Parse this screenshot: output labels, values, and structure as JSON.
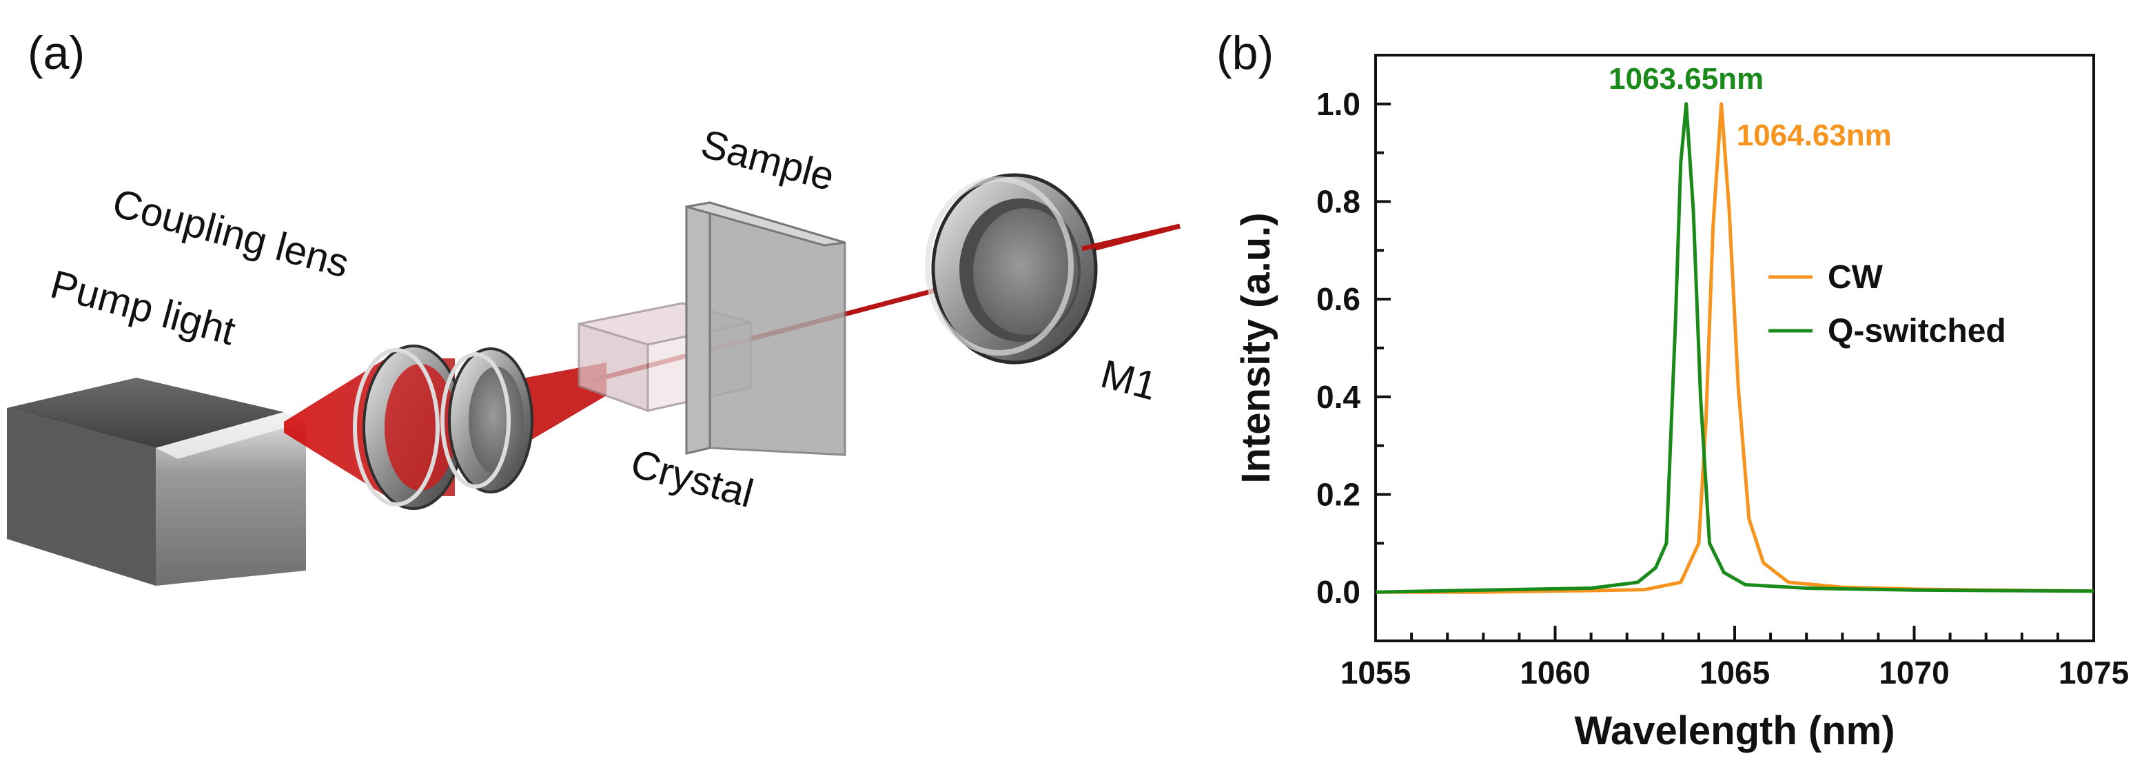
{
  "panel_a": {
    "label": "(a)",
    "labels": {
      "pump_light": "Pump light",
      "coupling_lens": "Coupling lens",
      "crystal": "Crystal",
      "sample": "Sample",
      "mirror": "M1"
    }
  },
  "panel_b": {
    "label": "(b)"
  },
  "chart_data": {
    "type": "line",
    "title": "",
    "xlabel": "Wavelength (nm)",
    "ylabel": "Intensity (a.u.)",
    "xlim": [
      1055,
      1075
    ],
    "ylim": [
      -0.1,
      1.1
    ],
    "xticks": [
      1055,
      1060,
      1065,
      1070,
      1075
    ],
    "yticks": [
      0.0,
      0.2,
      0.4,
      0.6,
      0.8,
      1.0
    ],
    "grid": false,
    "legend_position": "upper-right",
    "series": [
      {
        "name": "CW",
        "color": "#f7941d",
        "x": [
          1055,
          1058,
          1061,
          1062.5,
          1063.5,
          1064.0,
          1064.2,
          1064.4,
          1064.63,
          1064.85,
          1065.1,
          1065.4,
          1065.8,
          1066.5,
          1068,
          1070,
          1072,
          1075
        ],
        "y": [
          0.0,
          0.0,
          0.003,
          0.005,
          0.02,
          0.1,
          0.35,
          0.75,
          1.0,
          0.78,
          0.42,
          0.15,
          0.06,
          0.02,
          0.01,
          0.006,
          0.004,
          0.002
        ]
      },
      {
        "name": "Q-switched",
        "color": "#1a8a1a",
        "x": [
          1055,
          1058,
          1061,
          1062.3,
          1062.8,
          1063.1,
          1063.35,
          1063.5,
          1063.65,
          1063.85,
          1064.05,
          1064.3,
          1064.7,
          1065.3,
          1067,
          1070,
          1075
        ],
        "y": [
          0.0,
          0.004,
          0.008,
          0.02,
          0.05,
          0.1,
          0.55,
          0.88,
          1.0,
          0.78,
          0.4,
          0.1,
          0.04,
          0.015,
          0.008,
          0.004,
          0.002
        ]
      }
    ],
    "annotations": [
      {
        "text": "1063.65nm",
        "color": "#1a8a1a"
      },
      {
        "text": "1064.63nm",
        "color": "#f7941d"
      }
    ]
  }
}
